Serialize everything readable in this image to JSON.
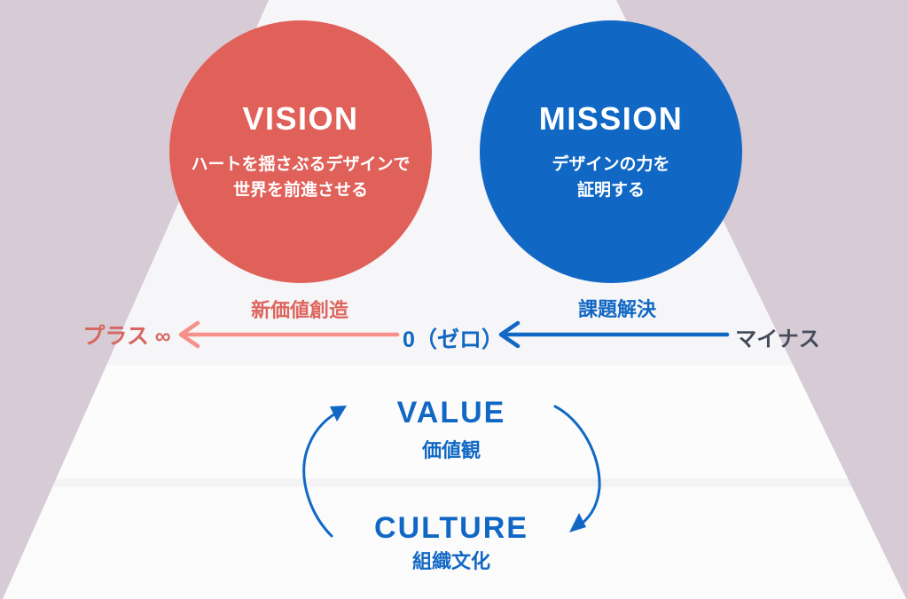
{
  "diagram": {
    "vision": {
      "title": "VISION",
      "line1": "ハートを揺さぶるデザインで",
      "line2": "世界を前進させる"
    },
    "mission": {
      "title": "MISSION",
      "line1": "デザインの力を",
      "line2": "証明する"
    },
    "axis": {
      "plus_label": "プラス ∞",
      "plus_arrow_label": "新価値創造",
      "zero_label": "0（ゼロ）",
      "minus_arrow_label": "課題解決",
      "minus_label": "マイナス"
    },
    "cycle": {
      "value_title": "VALUE",
      "value_subtitle": "価値観",
      "culture_title": "CULTURE",
      "culture_subtitle": "組織文化"
    }
  },
  "colors": {
    "background_mauve": "#D7CBD5",
    "funnel_white_top": "#F6F5F7",
    "funnel_white_mid": "#FCFCFD",
    "funnel_stripe": "#F3F3F5",
    "funnel_white_bottom": "#FBFBFC",
    "vision_red": "#E0615A",
    "mission_blue": "#1168C4",
    "plus_text_red": "#D66760",
    "plus_arrow_red": "#F5918A",
    "minus_text_dark": "#454B59",
    "circle_text": "#FFFFFF"
  },
  "icons": {
    "plus_arrow": "arrow-left-icon",
    "minus_arrow": "arrow-left-icon",
    "cycle_up": "curved-arrow-up-icon",
    "cycle_down": "curved-arrow-down-icon"
  }
}
